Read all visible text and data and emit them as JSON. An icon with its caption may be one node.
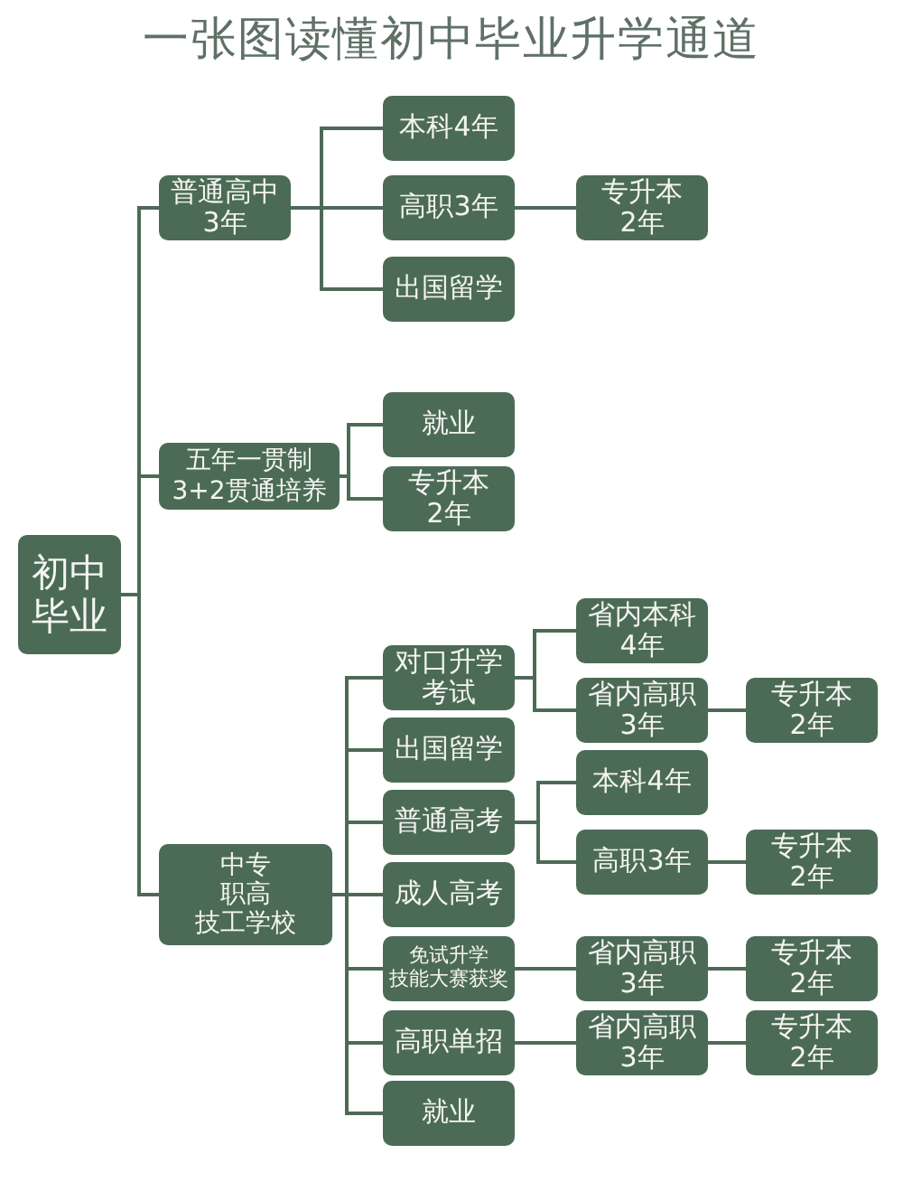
{
  "diagram": {
    "title": "一张图读懂初中毕业升学通道",
    "nodes": [
      {
        "text": [
          "初中毕业"
        ]
      },
      {
        "text": [
          "普通高中3年"
        ]
      },
      {
        "text": [
          "本科4年"
        ]
      },
      {
        "text": [
          "高职3年"
        ]
      },
      {
        "text": [
          "专升本2年"
        ]
      },
      {
        "text": [
          "出国留学"
        ]
      },
      {
        "text": [
          "五年一贯制",
          "3+2贯通培养"
        ]
      },
      {
        "text": [
          "就业"
        ]
      },
      {
        "text": [
          "专升本2年"
        ]
      },
      {
        "text": [
          "中专",
          "职高",
          "技工学校"
        ]
      },
      {
        "text": [
          "对口升学考试"
        ]
      },
      {
        "text": [
          "省内本科4年"
        ]
      },
      {
        "text": [
          "省内高职3年"
        ]
      },
      {
        "text": [
          "专升本2年"
        ]
      },
      {
        "text": [
          "出国留学"
        ]
      },
      {
        "text": [
          "普通高考"
        ]
      },
      {
        "text": [
          "本科4年"
        ]
      },
      {
        "text": [
          "高职3年"
        ]
      },
      {
        "text": [
          "专升本2年"
        ]
      },
      {
        "text": [
          "成人高考"
        ]
      },
      {
        "text": [
          "免试升学",
          "技能大赛获奖"
        ]
      },
      {
        "text": [
          "省内高职3年"
        ]
      },
      {
        "text": [
          "专升本2年"
        ]
      },
      {
        "text": [
          "高职单招"
        ]
      },
      {
        "text": [
          "省内高职3年"
        ]
      },
      {
        "text": [
          "专升本2年"
        ]
      },
      {
        "text": [
          "就业"
        ]
      }
    ],
    "edges": [
      {
        "from": 0,
        "to": 1,
        "arrow": "none"
      },
      {
        "from": 0,
        "to": 6,
        "arrow": "none"
      },
      {
        "from": 0,
        "to": 9,
        "arrow": "none"
      },
      {
        "from": 1,
        "to": 2,
        "arrow": "none"
      },
      {
        "from": 1,
        "to": 3,
        "arrow": "none"
      },
      {
        "from": 1,
        "to": 5,
        "arrow": "none"
      },
      {
        "from": 3,
        "to": 4,
        "arrow": "none"
      },
      {
        "from": 6,
        "to": 7,
        "arrow": "none"
      },
      {
        "from": 6,
        "to": 8,
        "arrow": "none"
      },
      {
        "from": 9,
        "to": 10,
        "arrow": "none"
      },
      {
        "from": 9,
        "to": 14,
        "arrow": "none"
      },
      {
        "from": 9,
        "to": 15,
        "arrow": "none"
      },
      {
        "from": 9,
        "to": 19,
        "arrow": "none"
      },
      {
        "from": 9,
        "to": 20,
        "arrow": "none"
      },
      {
        "from": 9,
        "to": 23,
        "arrow": "none"
      },
      {
        "from": 9,
        "to": 26,
        "arrow": "none"
      },
      {
        "from": 10,
        "to": 11,
        "arrow": "none"
      },
      {
        "from": 10,
        "to": 12,
        "arrow": "none"
      },
      {
        "from": 12,
        "to": 13,
        "arrow": "none"
      },
      {
        "from": 15,
        "to": 16,
        "arrow": "none"
      },
      {
        "from": 15,
        "to": 17,
        "arrow": "none"
      },
      {
        "from": 17,
        "to": 18,
        "arrow": "none"
      },
      {
        "from": 20,
        "to": 21,
        "arrow": "none"
      },
      {
        "from": 21,
        "to": 22,
        "arrow": "none"
      },
      {
        "from": 23,
        "to": 24,
        "arrow": "none"
      },
      {
        "from": 24,
        "to": 25,
        "arrow": "none"
      }
    ]
  }
}
